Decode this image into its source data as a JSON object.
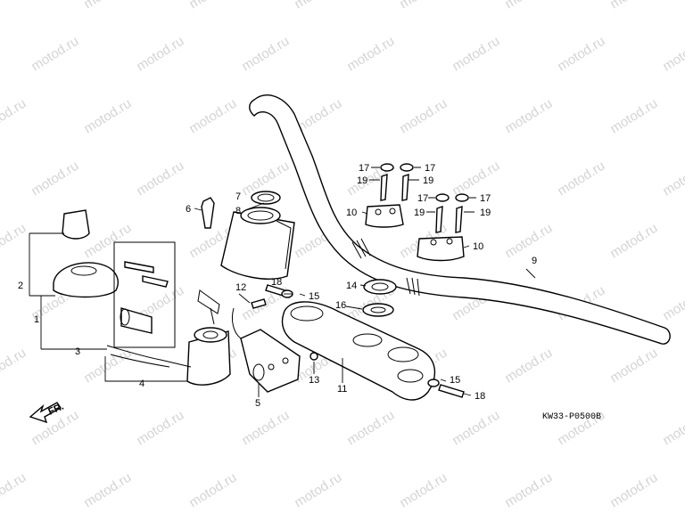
{
  "watermark": "motod.ru",
  "diagram_code": "KW33-P0500B",
  "front_arrow_label": "FR.",
  "callouts": {
    "c1": "1",
    "c2": "2",
    "c3": "3",
    "c4": "4",
    "c5": "5",
    "c6": "6",
    "c7": "7",
    "c8": "8",
    "c9": "9",
    "c10a": "10",
    "c10b": "10",
    "c11": "11",
    "c12": "12",
    "c13": "13",
    "c14": "14",
    "c15a": "15",
    "c15b": "15",
    "c16": "16",
    "c17a": "17",
    "c17b": "17",
    "c17c": "17",
    "c17d": "17",
    "c18a": "18",
    "c18b": "18",
    "c19a": "19",
    "c19b": "19",
    "c19c": "19",
    "c19d": "19"
  }
}
